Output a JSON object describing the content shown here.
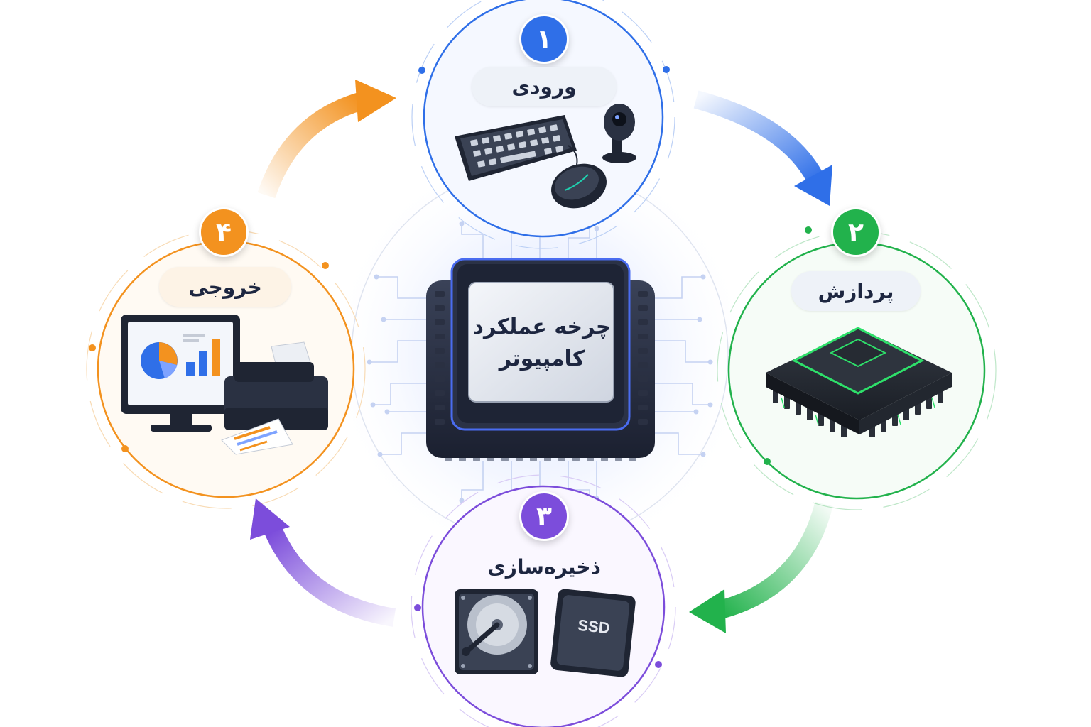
{
  "title_line1": "چرخه عملکرد",
  "title_line2": "کامپیوتر",
  "steps": [
    {
      "number": "۱",
      "label": "ورودی",
      "color": "#2f6fe8"
    },
    {
      "number": "۲",
      "label": "پردازش",
      "color": "#22b24c"
    },
    {
      "number": "۳",
      "label": "ذخیره‌سازی",
      "color": "#7c4ddb"
    },
    {
      "number": "۴",
      "label": "خروجی",
      "color": "#f3921f"
    }
  ],
  "icons": {
    "input": [
      "keyboard-icon",
      "mouse-icon",
      "webcam-icon"
    ],
    "processing": [
      "processor-chip-icon"
    ],
    "storage": [
      "hard-disk-icon",
      "ssd-icon"
    ],
    "output": [
      "monitor-chart-icon",
      "printer-icon"
    ]
  },
  "ssd_text": "SSD"
}
